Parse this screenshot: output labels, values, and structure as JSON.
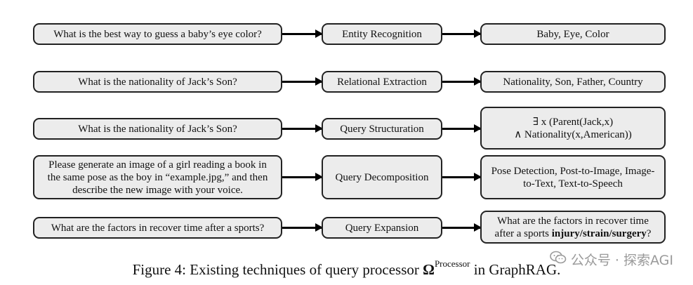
{
  "rows": [
    {
      "question": "What is the best way to guess a baby’s eye color?",
      "technique": "Entity Recognition",
      "result_lines": [
        "Baby, Eye, Color"
      ]
    },
    {
      "question": "What is the nationality of Jack’s Son?",
      "technique": "Relational Extraction",
      "result_lines": [
        "Nationality, Son, Father, Country"
      ]
    },
    {
      "question": "What is the nationality of Jack’s Son?",
      "technique": "Query Structuration",
      "result_lines": [
        "∃ x (Parent(Jack,x)",
        "∧ Nationality(x,American))"
      ]
    },
    {
      "question_lines": [
        "Please generate an image of a girl reading a book in",
        "the same pose as the boy in “example.jpg,” and then",
        "describe the new image with your voice."
      ],
      "technique": "Query Decomposition",
      "result_lines": [
        "Pose Detection, Post-to-Image, Image-",
        "to-Text, Text-to-Speech"
      ]
    },
    {
      "question": "What are the factors in recover time after a sports?",
      "technique": "Query Expansion",
      "result_line1": "What are the factors in recover time",
      "result_line2_prefix": "after a sports ",
      "result_line2_bold": "injury/strain/surgery",
      "result_line2_suffix": "?"
    }
  ],
  "caption": {
    "prefix": "Figure 4: Existing techniques of query processor ",
    "symbol": "Ω",
    "superscript": "Processor",
    "suffix": " in GraphRAG."
  },
  "watermark": {
    "text": "公众号 · 探索AGI",
    "icon": "wechat-icon"
  }
}
